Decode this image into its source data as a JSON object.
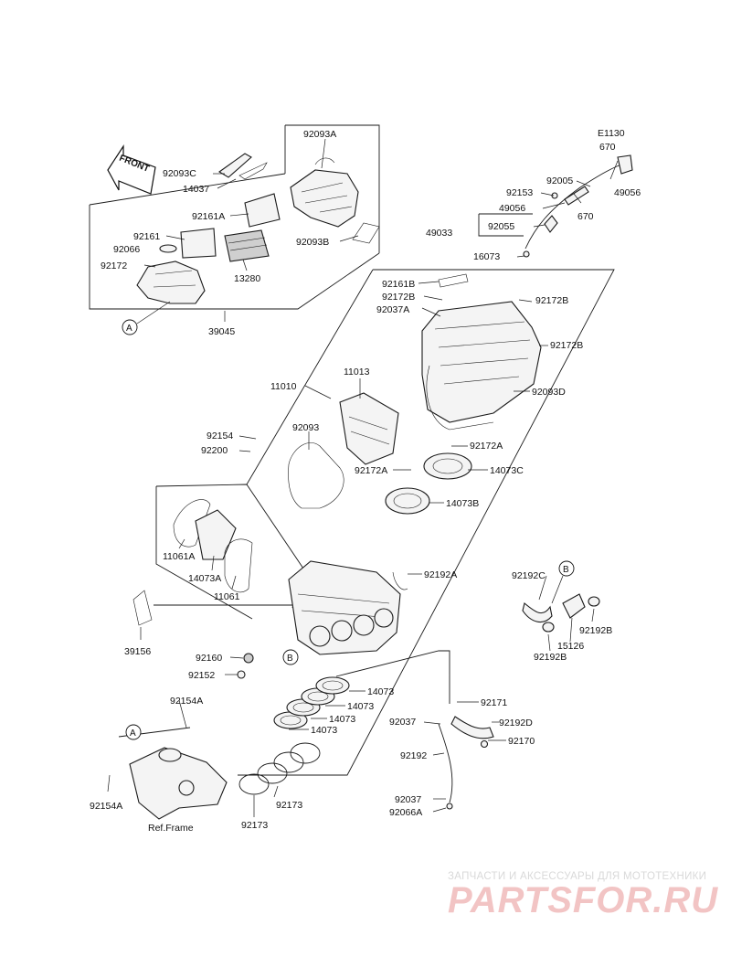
{
  "front_arrow": "FRONT",
  "watermark": {
    "subtitle": "ЗАПЧАСТИ И АКСЕССУАРЫ ДЛЯ МОТОТЕХНИКИ",
    "brand": "PARTSFOR.RU"
  },
  "callouts": {
    "a_top": "A",
    "a_bottom": "A",
    "b_mid": "B",
    "b_right": "B"
  },
  "ref_frame": "Ref.Frame",
  "labels": {
    "p92093A": "92093A",
    "p92093C": "92093C",
    "p14037": "14037",
    "p92161A": "92161A",
    "p92093B": "92093B",
    "p92161": "92161",
    "p92066": "92066",
    "p92172": "92172",
    "p13280": "13280",
    "p39045": "39045",
    "pE1130": "E1130",
    "p670a": "670",
    "p92005": "92005",
    "p92153": "92153",
    "p49056a": "49056",
    "p49056b": "49056",
    "p670b": "670",
    "p49033": "49033",
    "p92055": "92055",
    "p16073": "16073",
    "p92161B": "92161B",
    "p92172B_a": "92172B",
    "p92037A": "92037A",
    "p92172B_b": "92172B",
    "p92172B_c": "92172B",
    "p92093D": "92093D",
    "p11010": "11010",
    "p11013": "11013",
    "p92154": "92154",
    "p92200": "92200",
    "p92093": "92093",
    "p92172A_a": "92172A",
    "p92172A_b": "92172A",
    "p14073C": "14073C",
    "p14073B": "14073B",
    "p11061A": "11061A",
    "p14073A": "14073A",
    "p11061": "11061",
    "p92192A": "92192A",
    "p92192C": "92192C",
    "p92192B_a": "92192B",
    "p15126": "15126",
    "p92192B_b": "92192B",
    "p39156": "39156",
    "p92160": "92160",
    "p92152": "92152",
    "p14073_a": "14073",
    "p14073_b": "14073",
    "p14073_c": "14073",
    "p14073_d": "14073",
    "p92171": "92171",
    "p92037_a": "92037",
    "p92192D": "92192D",
    "p92170": "92170",
    "p92192": "92192",
    "p92037_b": "92037",
    "p92066A": "92066A",
    "p92154A_a": "92154A",
    "p92154A_b": "92154A",
    "p92173_a": "92173",
    "p92173_b": "92173"
  }
}
